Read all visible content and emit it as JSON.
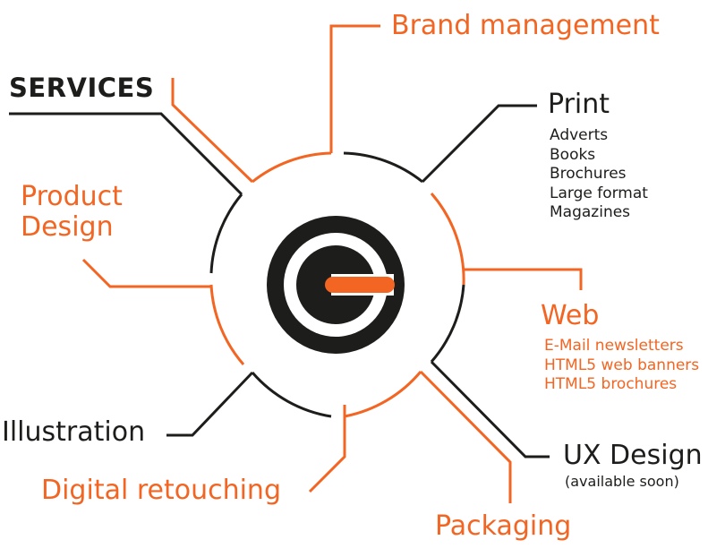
{
  "title": "SERVICES",
  "colors": {
    "accent": "#f26522",
    "dark": "#1d1d1b"
  },
  "logo": {
    "icon": "g-power-icon"
  },
  "services": {
    "brand": {
      "label": "Brand management"
    },
    "print": {
      "label": "Print",
      "items": [
        "Adverts",
        "Books",
        "Brochures",
        "Large format",
        "Magazines"
      ]
    },
    "product": {
      "label_line1": "Product",
      "label_line2": "Design"
    },
    "web": {
      "label": "Web",
      "items": [
        "E-Mail newsletters",
        "HTML5 web banners",
        "HTML5 brochures"
      ]
    },
    "illustration": {
      "label": "Illustration"
    },
    "ux": {
      "label": "UX Design",
      "note": "(available soon)"
    },
    "retouching": {
      "label": "Digital retouching"
    },
    "packaging": {
      "label": "Packaging"
    }
  }
}
